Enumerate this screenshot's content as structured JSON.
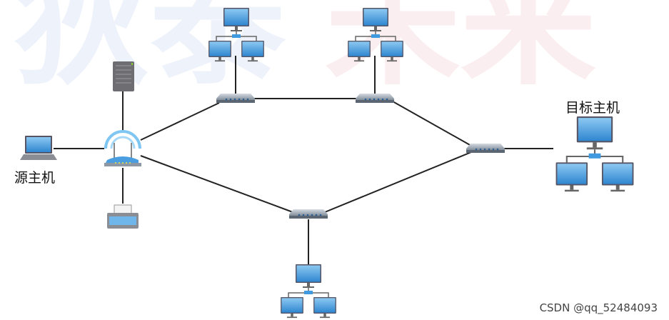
{
  "watermark": {
    "text_left": "狄泰",
    "text_right": "未来",
    "color_left": "#eef2fb",
    "color_right": "#fbeef1"
  },
  "labels": {
    "source": "源主机",
    "target": "目标主机"
  },
  "footer": "CSDN @qq_52484093",
  "colors": {
    "screen": "#3f9ae0",
    "link": "#222222",
    "switch": "#8a96a4",
    "wifi": "#7fc6f2"
  }
}
